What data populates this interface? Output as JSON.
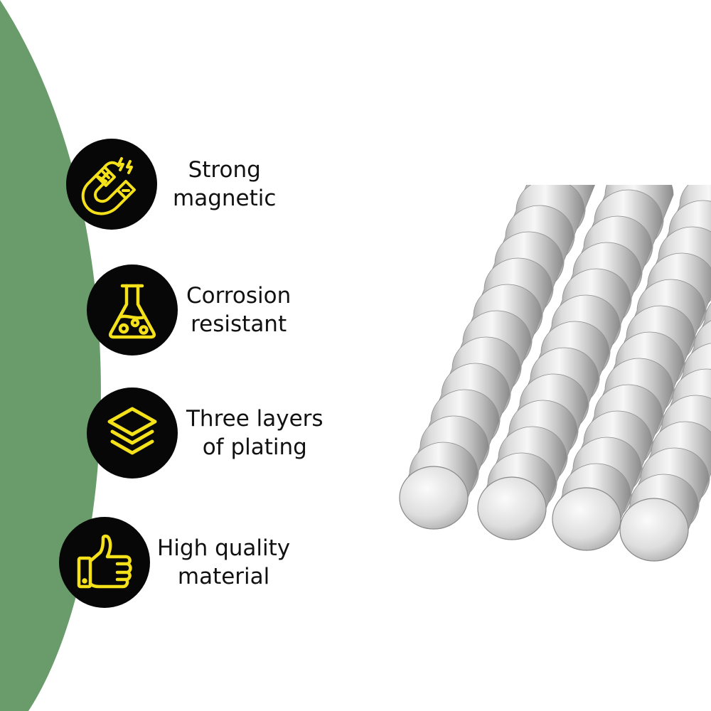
{
  "colors": {
    "green_background": "#6a9c6b",
    "badge_background": "#070707",
    "icon_yellow": "#f5e11a",
    "text": "#111111"
  },
  "features": [
    {
      "icon": "horseshoe-magnet-icon",
      "line1": "Strong",
      "line2": "magnetic"
    },
    {
      "icon": "flask-icon",
      "line1": "Corrosion",
      "line2": "resistant"
    },
    {
      "icon": "layers-icon",
      "line1": "Three layers",
      "line2": "of plating"
    },
    {
      "icon": "thumbs-up-icon",
      "line1": "High quality",
      "line2": "material"
    }
  ],
  "product": {
    "image": "stacked-cylinder-magnets",
    "columns": 4
  }
}
